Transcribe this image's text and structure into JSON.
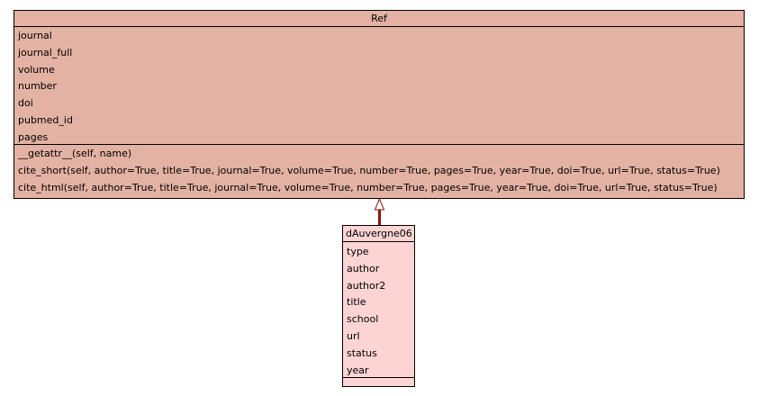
{
  "parent_class": {
    "name": "Ref",
    "attributes": [
      "journal",
      "journal_full",
      "volume",
      "number",
      "doi",
      "pubmed_id",
      "pages"
    ],
    "methods": [
      "__getattr__(self, name)",
      "cite_short(self, author=True, title=True, journal=True, volume=True, number=True, pages=True, year=True, doi=True, url=True, status=True)",
      "cite_html(self, author=True, title=True, journal=True, volume=True, number=True, pages=True, year=True, doi=True, url=True, status=True)"
    ]
  },
  "child_class": {
    "name": "dAuvergne06",
    "attributes": [
      "type",
      "author",
      "author2",
      "title",
      "school",
      "url",
      "status",
      "year"
    ],
    "methods": []
  },
  "colors": {
    "parent_fill": "#e3b2a3",
    "child_fill": "#fdd4d4",
    "connector": "#8b1414"
  }
}
